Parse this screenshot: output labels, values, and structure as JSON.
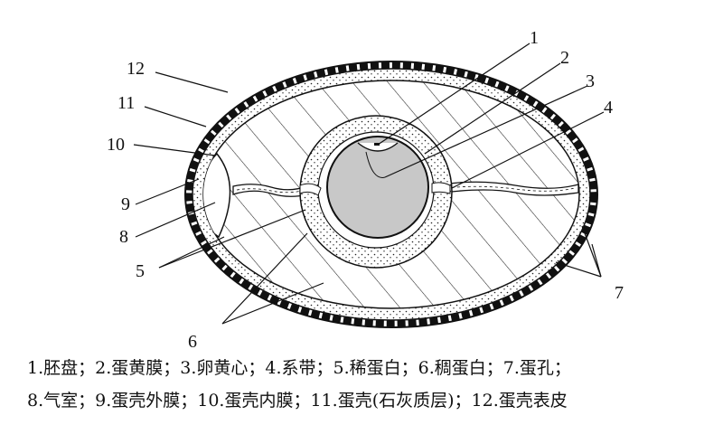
{
  "diagram": {
    "callouts": [
      "1",
      "2",
      "3",
      "4",
      "5",
      "6",
      "7",
      "8",
      "9",
      "10",
      "11",
      "12"
    ]
  },
  "legend": {
    "line1": "1.胚盘；2.蛋黄膜；3.卵黄心；4.系带；5.稀蛋白；6.稠蛋白；7.蛋孔；",
    "line2": "8.气室；9.蛋壳外膜；10.蛋壳内膜；11.蛋壳(石灰质层)；12.蛋壳表皮"
  }
}
